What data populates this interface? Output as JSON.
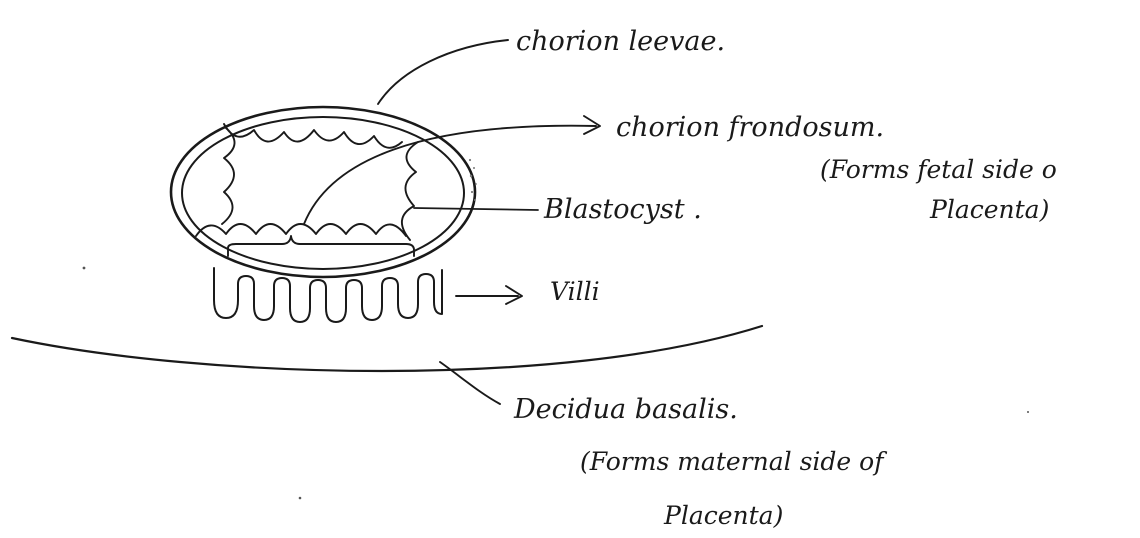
{
  "labels": {
    "chorion_leevae": "chorion leevae.",
    "chorion_frondosum": "chorion frondosum.",
    "frondosum_note_line1": "(Forms fetal side o",
    "frondosum_note_line2": "Placenta)",
    "blastocyst": "Blastocyst .",
    "villi": "Villi",
    "decidua_basalis": "Decidua basalis.",
    "decidua_note_line1": "(Forms maternal side of",
    "decidua_note_line2": "Placenta)"
  },
  "colors": {
    "ink": "#1a1a1a",
    "background": "#ffffff"
  }
}
